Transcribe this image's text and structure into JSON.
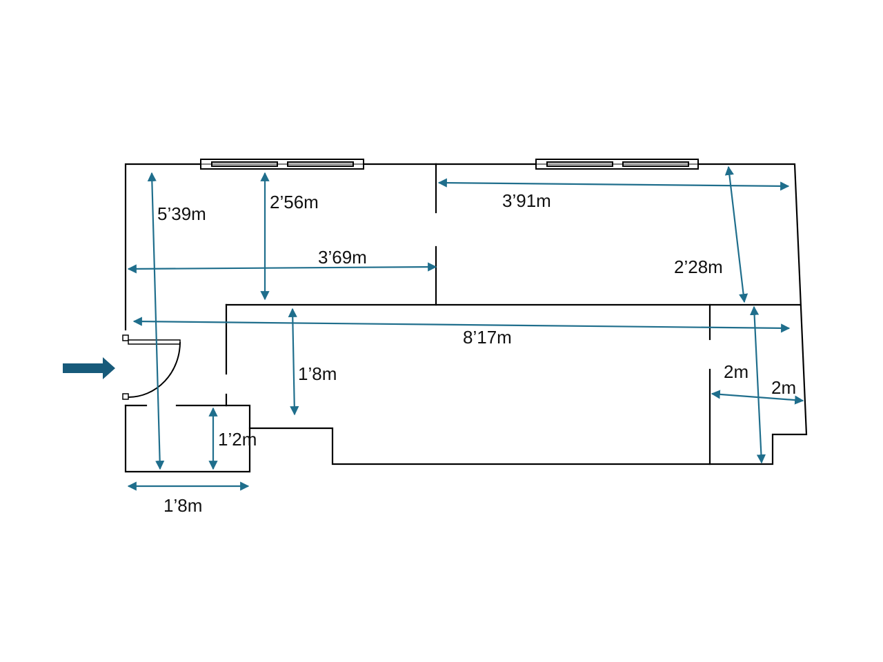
{
  "colors": {
    "dimension": "#1f6e8c",
    "entrance_arrow": "#175a7a",
    "wall": "#000000"
  },
  "icons": {
    "entrance": "right-arrow-icon"
  },
  "dimensions": {
    "total_height_left": "5’39m",
    "upper_left_room_height": "2’56m",
    "upper_right_room_width": "3’91m",
    "upper_left_room_width": "3’69m",
    "upper_right_room_height": "2’28m",
    "total_length": "8’17m",
    "corridor_height": "1’8m",
    "right_room_height": "2m",
    "right_room_width": "2m",
    "bathroom_height": "1’2m",
    "bathroom_width": "1’8m"
  }
}
